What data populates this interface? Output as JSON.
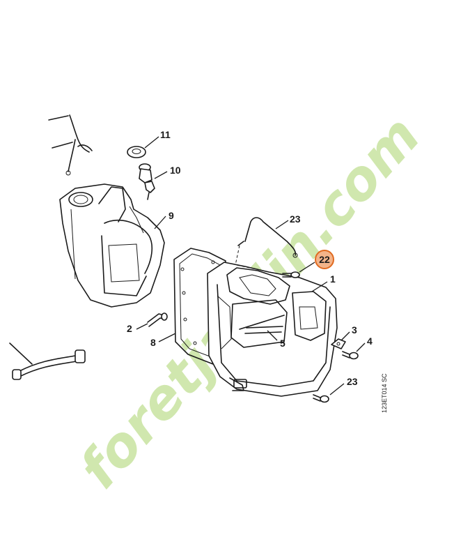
{
  "diagram": {
    "callouts": {
      "c11": "11",
      "c10": "10",
      "c9": "9",
      "c23a": "23",
      "c22": "22",
      "c1": "1",
      "c2": "2",
      "c8": "8",
      "c5": "5",
      "c3": "3",
      "c4": "4",
      "c23b": "23"
    },
    "reference_code": "123ET014 SC",
    "highlighted_part": "22",
    "highlight_color": "#f3b48a",
    "highlight_border": "#e06a20"
  },
  "watermark": {
    "text": "foretjardin.com",
    "color_green": "#c8e3a0",
    "color_orange": "#f6c79a",
    "color_grey": "#d3d0c7"
  }
}
